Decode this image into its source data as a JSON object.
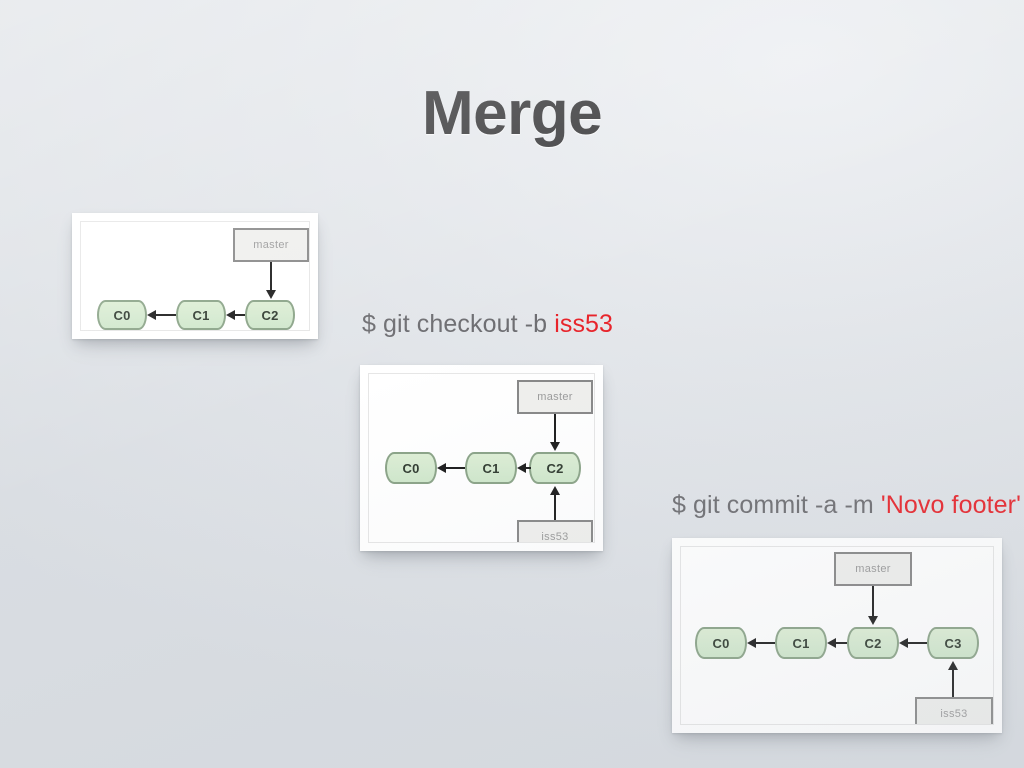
{
  "slide": {
    "title": "Merge",
    "background_color": "#dfe2e7",
    "title_color": "#3d3d3f"
  },
  "commands": [
    {
      "id": "checkout",
      "prefix": "$ git checkout -b ",
      "argument": "iss53",
      "argument_color": "#e8232a"
    },
    {
      "id": "commit",
      "prefix": "$ git commit -a -m ",
      "argument": "'Novo footer'",
      "argument_color": "#e8232a"
    }
  ],
  "diagrams": [
    {
      "id": "panel-1",
      "commits": [
        "C0",
        "C1",
        "C2"
      ],
      "branch_labels": [
        {
          "name": "master",
          "points_to": "C2",
          "position": "above"
        }
      ]
    },
    {
      "id": "panel-2",
      "commits": [
        "C0",
        "C1",
        "C2"
      ],
      "branch_labels": [
        {
          "name": "master",
          "points_to": "C2",
          "position": "above"
        },
        {
          "name": "iss53",
          "points_to": "C2",
          "position": "below"
        }
      ]
    },
    {
      "id": "panel-3",
      "commits": [
        "C0",
        "C1",
        "C2",
        "C3"
      ],
      "branch_labels": [
        {
          "name": "master",
          "points_to": "C2",
          "position": "above"
        },
        {
          "name": "iss53",
          "points_to": "C3",
          "position": "below"
        }
      ]
    }
  ],
  "palette": {
    "commit_fill": "#d5ead0",
    "commit_border": "#8aa387",
    "commit_text": "#2f3a2f",
    "label_fill": "#efefed",
    "label_border": "#878787",
    "label_text": "#9a9a9a",
    "edge": "#1b1b1b",
    "panel_background": "#ffffff",
    "command_text": "#6e6e72"
  }
}
